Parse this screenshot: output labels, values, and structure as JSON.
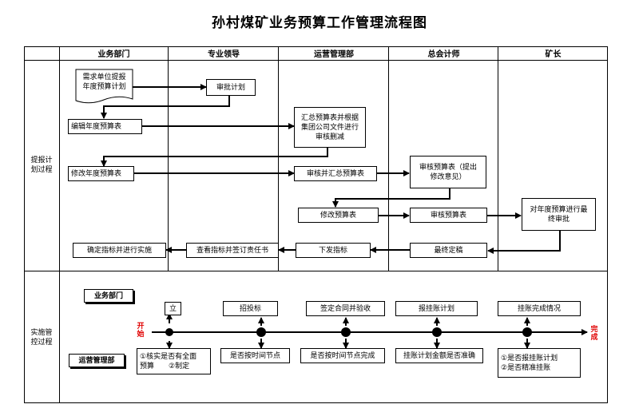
{
  "title": "孙村煤矿业务预算工作管理流程图",
  "headers": [
    "业务部门",
    "专业领导",
    "运营管理部",
    "总会计师",
    "矿长"
  ],
  "rows": {
    "plan": "提报计\n划过程",
    "implement": "实施管\n控过程"
  },
  "plan_boxes": {
    "need_unit": "需求单位提报\n年度预算计划",
    "approve_plan": "审批计划",
    "compile_budget": "编辑年度预算表",
    "summarize": "汇总预算表并根据\n集团公司文件进行\n审核删减",
    "revise_budget": "修改年度预算表",
    "review_summarize": "审核并汇总预算表",
    "cfo_review": "审核预算表（提出\n修改意见）",
    "modify_budget": "修改预算表",
    "review_budget": "审核预算表",
    "final_approve": "对年度预算进行最\n终审批",
    "final_draft": "最终定稿",
    "issue_index": "下发指标",
    "check_index": "查看指标并签订责任书",
    "confirm_index": "确定指标并进行实施"
  },
  "impl": {
    "business_dept": "业务部门",
    "ops_dept": "运营管理部",
    "start": "开\n始",
    "finish": "完\n成",
    "top": [
      "立",
      "招投标",
      "签定合同并验收",
      "报挂账计划",
      "挂账完成情况"
    ],
    "bottom": [
      "①核实是否有全面\n预算　　②制定",
      "是否按时间节点",
      "是否按时间节点完成",
      "挂账计划金额是否准确",
      "①是否报挂账计划\n②是否精准挂账"
    ]
  },
  "colors": {
    "line": "#000000",
    "accent": "#e00000"
  }
}
